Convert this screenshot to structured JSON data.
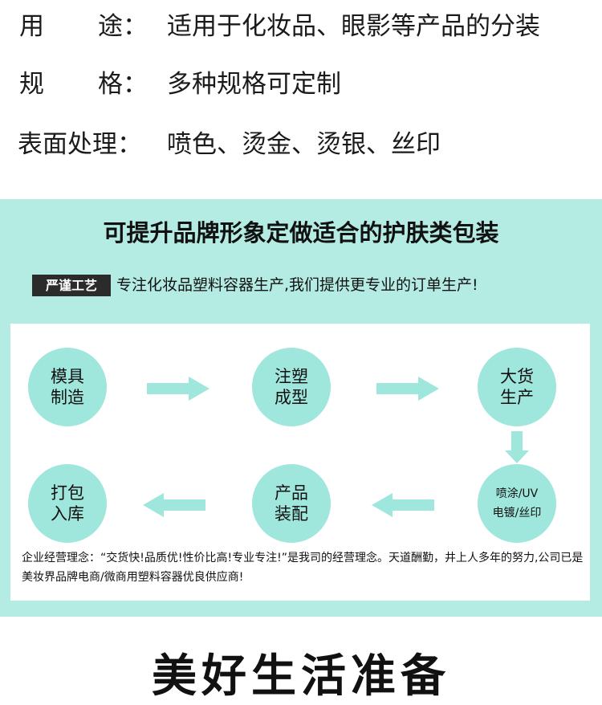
{
  "specs": [
    {
      "label_a": "用",
      "label_b": "途：",
      "value": "适用于化妆品、眼影等产品的分装"
    },
    {
      "label_a": "规",
      "label_b": "格：",
      "value": "多种规格可定制"
    },
    {
      "label": "表面处理：",
      "value": "喷色、烫金、烫银、丝印"
    }
  ],
  "panel": {
    "title": "可提升品牌形象定做适合的护肤类包装",
    "badge": "严谨工艺",
    "tagline": "专注化妆品塑料容器生产,我们提供更专业的订单生产!",
    "steps": {
      "mold": [
        "模具",
        "制造"
      ],
      "injection": [
        "注塑",
        "成型"
      ],
      "mass": [
        "大货",
        "生产"
      ],
      "finish": [
        "喷涂/UV",
        "电镀/丝印"
      ],
      "assembly": [
        "产品",
        "装配"
      ],
      "pack": [
        "打包",
        "入库"
      ]
    },
    "philosophy": "企业经营理念：“交货快!品质优!性价比高!专业专注!”是我司的经营理念。天道酬勤，井上人多年的努力,公司已是美妆界品牌电商/微商用塑料容器优良供应商!"
  },
  "bottom_title": "美好生活准备",
  "colors": {
    "panel_bg": "#b4ebe3",
    "circle": "#9fe6dc",
    "arrow": "#9fe6dc",
    "badge_bg": "#2b2b2b"
  }
}
